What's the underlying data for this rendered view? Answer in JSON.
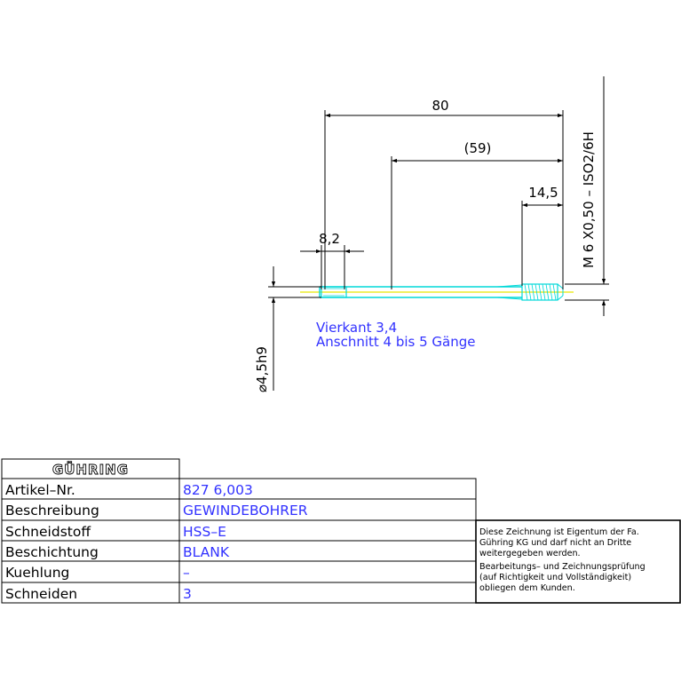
{
  "dimensions": {
    "total_length": "80",
    "thread_length": "(59)",
    "chamfer_length": "14,5",
    "square_length": "8,2",
    "shank_diameter": "⌀4,5h9",
    "thread_designation": "M 6   X0,50  –  ISO2/6H"
  },
  "notes": {
    "square": "Vierkant 3,4",
    "chamfer": "Anschnitt 4 bis 5 Gänge"
  },
  "title_block": {
    "logo": "GÜHRING",
    "rows": [
      {
        "label": "Artikel–Nr.",
        "value": "827 6,003"
      },
      {
        "label": "Beschreibung",
        "value": "GEWINDEBOHRER"
      },
      {
        "label": "Schneidstoff",
        "value": "HSS–E"
      },
      {
        "label": "Beschichtung",
        "value": "BLANK"
      },
      {
        "label": "Kuehlung",
        "value": "–"
      },
      {
        "label": "Schneiden",
        "value": "3"
      }
    ],
    "disclaimer": [
      "Diese Zeichnung ist Eigentum der Fa.",
      "Gühring KG und darf nicht an Dritte",
      "weitergegeben werden.",
      "Bearbeitungs– und Zeichnungsprüfung",
      "(auf Richtigkeit und Vollständigkeit)",
      "obliegen dem Kunden."
    ]
  },
  "colors": {
    "lines": "#000000",
    "annotation": "#3232ff",
    "tool_body": "#00d8d8",
    "tool_axis": "#e8e800"
  }
}
